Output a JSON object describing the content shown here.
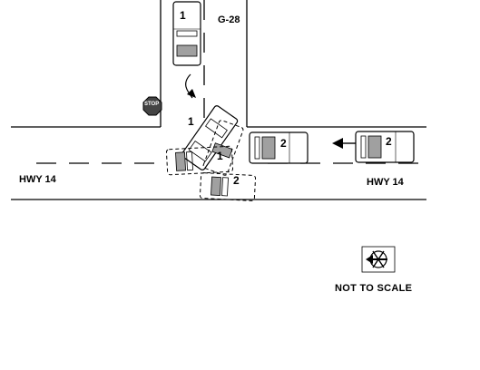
{
  "labels": {
    "county_road": "G-28",
    "highway_left": "HWY 14",
    "highway_right": "HWY 14",
    "not_to_scale": "NOT TO SCALE",
    "stop_sign": "STOP"
  },
  "vehicles": {
    "v1_initial": "1",
    "v1_turning": "1",
    "v1_final": "1",
    "v2_initial": "2",
    "v2_approach": "2",
    "v2_final": "2"
  },
  "icons": {
    "north_arrow": "north-arrow-icon",
    "stop_sign": "stop-sign-icon"
  },
  "colors": {
    "line": "#000000",
    "car_fill": "#ffffff",
    "window_fill": "#a0a0a0",
    "stop_fill": "#444444"
  }
}
